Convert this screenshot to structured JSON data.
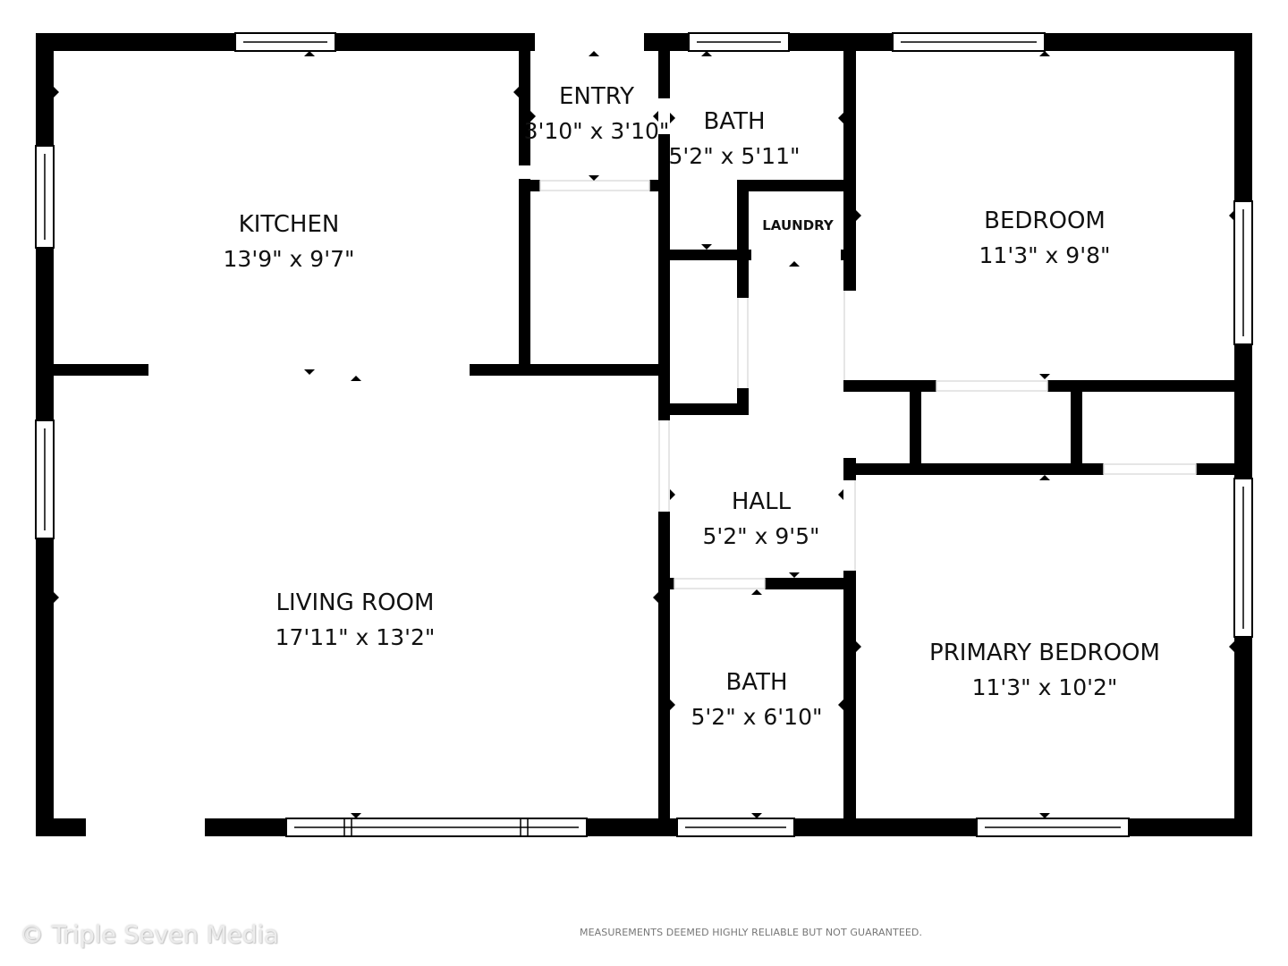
{
  "rooms": {
    "kitchen": {
      "name": "KITCHEN",
      "dim": "13'9\" x 9'7\""
    },
    "entry": {
      "name": "ENTRY",
      "dim": "3'10\" x 3'10\""
    },
    "bath_top": {
      "name": "BATH",
      "dim": "5'2\" x 5'11\""
    },
    "laundry": {
      "name": "LAUNDRY"
    },
    "bedroom": {
      "name": "BEDROOM",
      "dim": "11'3\" x 9'8\""
    },
    "living": {
      "name": "LIVING ROOM",
      "dim": "17'11\" x 13'2\""
    },
    "hall": {
      "name": "HALL",
      "dim": "5'2\" x 9'5\""
    },
    "bath_bottom": {
      "name": "BATH",
      "dim": "5'2\" x 6'10\""
    },
    "primary": {
      "name": "PRIMARY BEDROOM",
      "dim": "11'3\" x 10'2\""
    }
  },
  "footer": {
    "watermark": "© Triple Seven Media",
    "disclaimer": "MEASUREMENTS DEEMED HIGHLY RELIABLE BUT NOT GUARANTEED."
  }
}
